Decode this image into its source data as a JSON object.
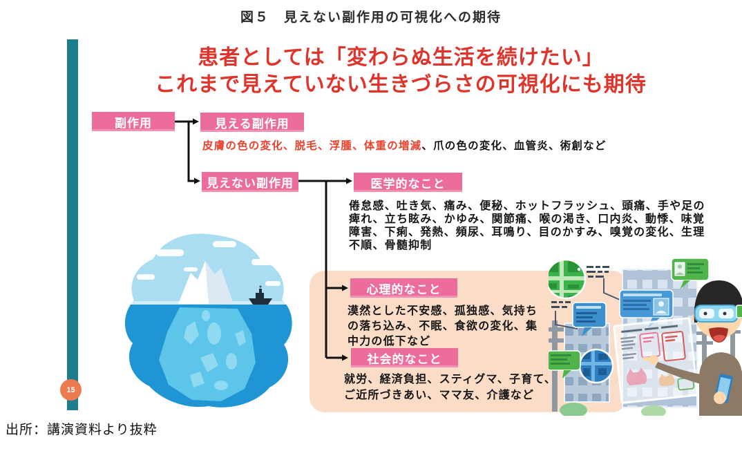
{
  "page": {
    "title": "図５　見えない副作用の可視化への期待",
    "headline": "患者としては「変わらぬ生活を続けたい」\nこれまで見えていない生きづらさの可視化にも期待",
    "source": "出所：講演資料より抜粋",
    "page_number": "15"
  },
  "flowchart": {
    "nodes": {
      "root": {
        "label": "副作用"
      },
      "visible": {
        "label": "見える副作用"
      },
      "invisible": {
        "label": "見えない副作用"
      },
      "medical": {
        "label": "医学的なこと"
      },
      "psychological": {
        "label": "心理的なこと"
      },
      "social": {
        "label": "社会的なこと"
      }
    },
    "edges": [
      {
        "from": "root",
        "to": "visible"
      },
      {
        "from": "root",
        "to": "invisible"
      },
      {
        "from": "invisible",
        "to": "medical"
      },
      {
        "from": "invisible",
        "to": "psychological"
      },
      {
        "from": "invisible",
        "to": "social"
      }
    ],
    "visible_examples": {
      "emphasized": "皮膚の色の変化、脱毛、浮腫、体重の増減",
      "rest": "、爪の色の変化、血管炎、術創など"
    },
    "medical_examples": "倦怠感、吐き気、痛み、便秘、ホットフラッシュ、頭痛、手や足の\n痺れ、立ち眩み、かゆみ、関節痛、喉の渇き、口内炎、動悸、味覚\n障害、下痢、発熱、頻尿、耳鳴り、目のかすみ、嗅覚の変化、生理\n不順、骨髄抑制",
    "psychological_examples": "漠然とした不安感、孤独感、気持ち\nの落ち込み、不眠、食欲の変化、集\n中力の低下など",
    "social_examples": "就労、経済負担、スティグマ、子育て、\nご近所づきあい、ママ友、介護など"
  },
  "icons": {
    "iceberg": "iceberg-above-and-below-waterline-illustration",
    "ar_city": "man-with-smart-glasses-viewing-city-ar-information-illustration"
  },
  "colors": {
    "node_pink": "#ec6d9b",
    "headline_red": "#df342b",
    "emphasis_red": "#e9422e",
    "sidebar_teal": "#1a7e8d",
    "page_badge_orange": "#ee7a4f",
    "panel_peach": "#fbdcc7",
    "sea_blue": "#2095d3",
    "sky_blue": "#aadcf2"
  }
}
